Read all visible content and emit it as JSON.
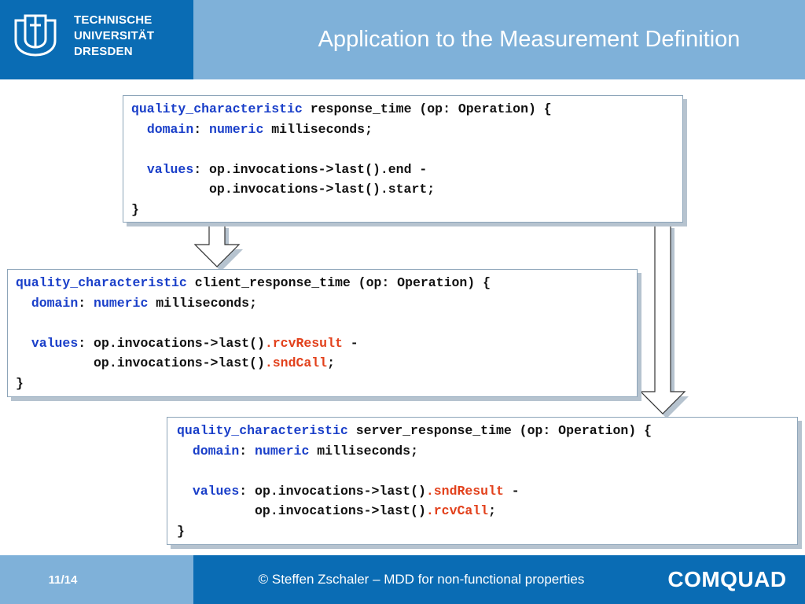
{
  "header": {
    "university": [
      "TECHNISCHE",
      "UNIVERSITÄT",
      "DRESDEN"
    ],
    "logo_icon": "tu-dresden-logo-icon",
    "title": "Application to the Measurement Definition"
  },
  "boxes": [
    {
      "lines": [
        [
          {
            "t": "quality_characteristic",
            "c": "kw"
          },
          {
            "t": " response_time (op: Operation) {",
            "c": ""
          }
        ],
        [
          {
            "t": "  ",
            "c": ""
          },
          {
            "t": "domain",
            "c": "kw"
          },
          {
            "t": ": ",
            "c": ""
          },
          {
            "t": "numeric",
            "c": "kw"
          },
          {
            "t": " milliseconds;",
            "c": ""
          }
        ],
        [],
        [
          {
            "t": "  ",
            "c": ""
          },
          {
            "t": "values",
            "c": "kw"
          },
          {
            "t": ": op.invocations->last().end -",
            "c": ""
          }
        ],
        [
          {
            "t": "          op.invocations->last().start;",
            "c": ""
          }
        ],
        [
          {
            "t": "}",
            "c": ""
          }
        ]
      ]
    },
    {
      "lines": [
        [
          {
            "t": "quality_characteristic",
            "c": "kw"
          },
          {
            "t": " client_response_time (op: Operation) {",
            "c": ""
          }
        ],
        [
          {
            "t": "  ",
            "c": ""
          },
          {
            "t": "domain",
            "c": "kw"
          },
          {
            "t": ": ",
            "c": ""
          },
          {
            "t": "numeric",
            "c": "kw"
          },
          {
            "t": " milliseconds;",
            "c": ""
          }
        ],
        [],
        [
          {
            "t": "  ",
            "c": ""
          },
          {
            "t": "values",
            "c": "kw"
          },
          {
            "t": ": op.invocations->last()",
            "c": ""
          },
          {
            "t": ".rcvResult",
            "c": "hl"
          },
          {
            "t": " -",
            "c": ""
          }
        ],
        [
          {
            "t": "          op.invocations->last()",
            "c": ""
          },
          {
            "t": ".sndCall",
            "c": "hl"
          },
          {
            "t": ";",
            "c": ""
          }
        ],
        [
          {
            "t": "}",
            "c": ""
          }
        ]
      ]
    },
    {
      "lines": [
        [
          {
            "t": "quality_characteristic",
            "c": "kw"
          },
          {
            "t": " server_response_time (op: Operation) {",
            "c": ""
          }
        ],
        [
          {
            "t": "  ",
            "c": ""
          },
          {
            "t": "domain",
            "c": "kw"
          },
          {
            "t": ": ",
            "c": ""
          },
          {
            "t": "numeric",
            "c": "kw"
          },
          {
            "t": " milliseconds;",
            "c": ""
          }
        ],
        [],
        [
          {
            "t": "  ",
            "c": ""
          },
          {
            "t": "values",
            "c": "kw"
          },
          {
            "t": ": op.invocations->last()",
            "c": ""
          },
          {
            "t": ".sndResult",
            "c": "hl"
          },
          {
            "t": " -",
            "c": ""
          }
        ],
        [
          {
            "t": "          op.invocations->last()",
            "c": ""
          },
          {
            "t": ".rcvCall",
            "c": "hl"
          },
          {
            "t": ";",
            "c": ""
          }
        ],
        [
          {
            "t": "}",
            "c": ""
          }
        ]
      ]
    }
  ],
  "footer": {
    "page": "11/14",
    "copyright": "© Steffen Zschaler – MDD for non-functional properties",
    "brand": "COMQUAD"
  },
  "colors": {
    "header_dark": "#0a6cb4",
    "header_light": "#7fb1d9",
    "keyword": "#1a3fc9",
    "highlight": "#e2401b"
  }
}
